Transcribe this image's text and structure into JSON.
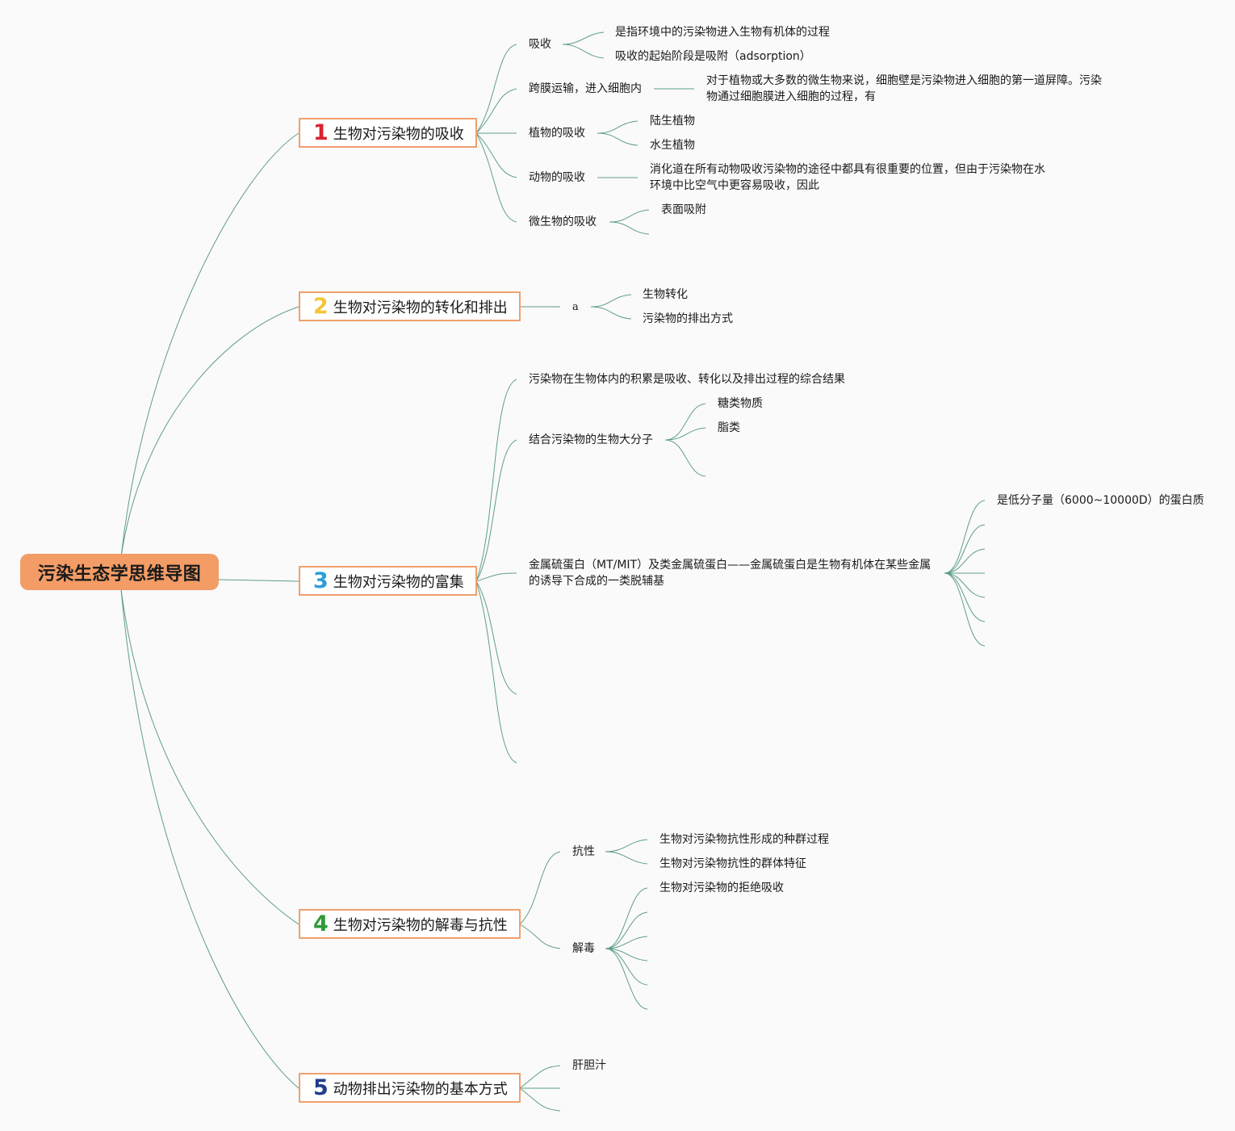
{
  "root": {
    "title": "污染生态学思维导图"
  },
  "branches": [
    {
      "num": "1",
      "title": "生物对污染物的吸收",
      "children": [
        {
          "label": "吸收",
          "children": [
            "是指环境中的污染物进入生物有机体的过程",
            "吸收的起始阶段是吸附（adsorption）"
          ]
        },
        {
          "label": "跨膜运输，进入细胞内",
          "note": "对于植物或大多数的微生物来说，细胞壁是污染物进入细胞的第一道屏障。污染物通过细胞膜进入细胞的过程，有"
        },
        {
          "label": "植物的吸收",
          "children": [
            "陆生植物",
            "水生植物"
          ]
        },
        {
          "label": "动物的吸收",
          "note": "消化道在所有动物吸收污染物的途径中都具有很重要的位置，但由于污染物在水环境中比空气中更容易吸收，因此"
        },
        {
          "label": "微生物的吸收",
          "children": [
            "表面吸附",
            ""
          ]
        }
      ]
    },
    {
      "num": "2",
      "title": "生物对污染物的转化和排出",
      "children": [
        {
          "label": "a",
          "children": [
            "生物转化",
            "污染物的排出方式"
          ]
        }
      ]
    },
    {
      "num": "3",
      "title": "生物对污染物的富集",
      "children": [
        {
          "label": "污染物在生物体内的积累是吸收、转化以及排出过程的综合结果"
        },
        {
          "label": "结合污染物的生物大分子",
          "children": [
            "糖类物质",
            "脂类",
            ""
          ]
        },
        {
          "label": "金属硫蛋白（MT/MIT）及类金属硫蛋白——金属硫蛋白是生物有机体在某些金属的诱导下合成的一类脱辅基",
          "children": [
            "是低分子量（6000~10000D）的蛋白质",
            "",
            "",
            "",
            "",
            "",
            ""
          ]
        },
        {
          "label": ""
        },
        {
          "label": ""
        }
      ]
    },
    {
      "num": "4",
      "title": "生物对污染物的解毒与抗性",
      "children": [
        {
          "label": "抗性",
          "children": [
            "生物对污染物抗性形成的种群过程",
            "生物对污染物抗性的群体特征"
          ]
        },
        {
          "label": "解毒",
          "children": [
            "生物对污染物的拒绝吸收",
            "",
            "",
            "",
            "",
            ""
          ]
        }
      ]
    },
    {
      "num": "5",
      "title": "动物排出污染物的基本方式",
      "children": [
        {
          "label": "肝胆汁"
        },
        {
          "label": ""
        },
        {
          "label": ""
        }
      ]
    }
  ],
  "colors": {
    "line": "#5f9e86",
    "root_fill": "#f39c66",
    "branch_border": "#f0a06e",
    "num1": "#d9232e",
    "num2": "#f3c53a",
    "num3": "#2a9fd8",
    "num4": "#2f9a38",
    "num5": "#203d8c"
  }
}
